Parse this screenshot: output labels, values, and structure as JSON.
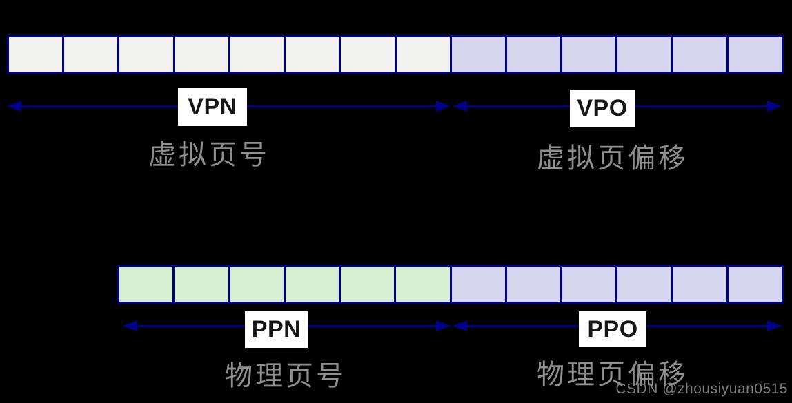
{
  "diagram_title": "virtual-to-physical address translation fields",
  "labels": {
    "vpn": "VPN",
    "vpo": "VPO",
    "ppn": "PPN",
    "ppo": "PPO",
    "vpn_cn": "虚拟页号",
    "vpo_cn": "虚拟页偏移",
    "ppn_cn": "物理页号",
    "ppo_cn": "物理页偏移"
  },
  "watermark": "CSDN @zhousiyuan0515",
  "bars": {
    "virtual": {
      "segments": [
        {
          "field": "vpn",
          "cells": 8,
          "color": "#f2f2f0"
        },
        {
          "field": "vpo",
          "cells": 6,
          "color": "#d6d6f0"
        }
      ]
    },
    "physical": {
      "segments": [
        {
          "field": "ppn",
          "cells": 6,
          "color": "#d5efd0"
        },
        {
          "field": "ppo",
          "cells": 6,
          "color": "#d6d6f0"
        }
      ]
    }
  },
  "colors": {
    "background": "#000000",
    "border_navy": "#00008b",
    "arrow_navy": "#00008b",
    "vpn_cell": "#f2f2f0",
    "offset_cell": "#d6d6f0",
    "ppn_cell": "#d5efd0",
    "label_box_bg": "#ffffff",
    "label_text": "#161616",
    "caption_gray": "#8f8f8f",
    "watermark_gray": "#7d7d7d"
  }
}
